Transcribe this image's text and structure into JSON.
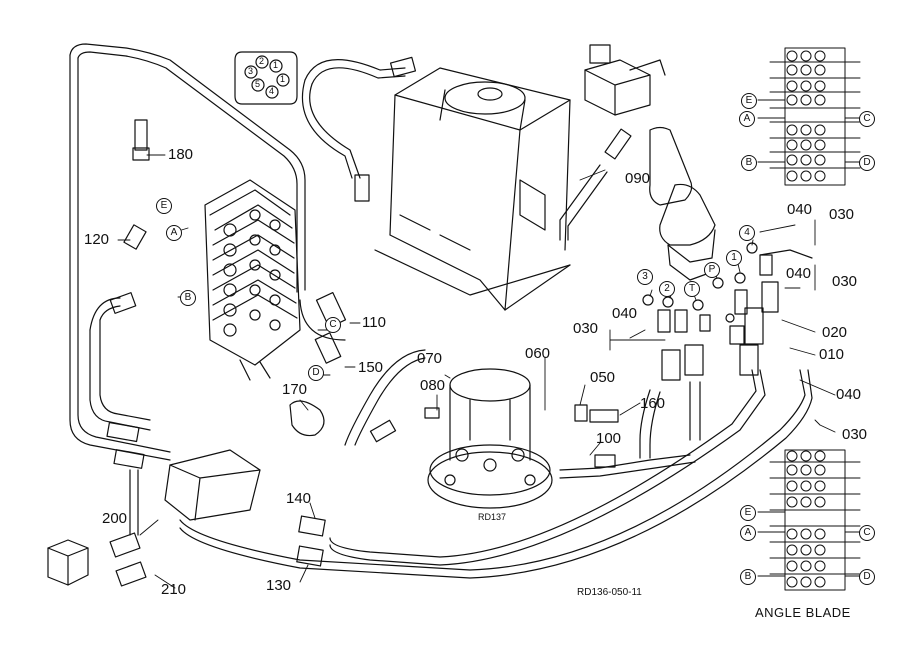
{
  "part_numbers": {
    "p010": "010",
    "p020": "020",
    "p030a": "030",
    "p030b": "030",
    "p030c": "030",
    "p030d": "030",
    "p040a": "040",
    "p040b": "040",
    "p040c": "040",
    "p040d": "040",
    "p050": "050",
    "p060": "060",
    "p070": "070",
    "p080": "080",
    "p090": "090",
    "p100": "100",
    "p110": "110",
    "p120": "120",
    "p130": "130",
    "p140": "140",
    "p150": "150",
    "p160": "160",
    "p170": "170",
    "p180": "180",
    "p200": "200",
    "p210": "210"
  },
  "port_markers": {
    "valve_A": "A",
    "valve_B": "B",
    "valve_C": "C",
    "valve_D": "D",
    "valve_E": "E",
    "pilot_1": "1",
    "pilot_2": "2",
    "pilot_3": "3",
    "pilot_4": "4",
    "pilot_P": "P",
    "pilot_T": "T",
    "port_num_1": "1",
    "port_num_2": "2",
    "port_num_3": "3",
    "port_num_4": "4",
    "port_num_5": "5",
    "inset_top_E": "E",
    "inset_top_A": "A",
    "inset_top_B": "B",
    "inset_top_C": "C",
    "inset_top_D": "D",
    "inset_bot_E": "E",
    "inset_bot_A": "A",
    "inset_bot_B": "B",
    "inset_bot_C": "C",
    "inset_bot_D": "D"
  },
  "drawing_code": "RD136-050-11",
  "inset_caption": "ANGLE BLADE",
  "stamp": "RD137"
}
